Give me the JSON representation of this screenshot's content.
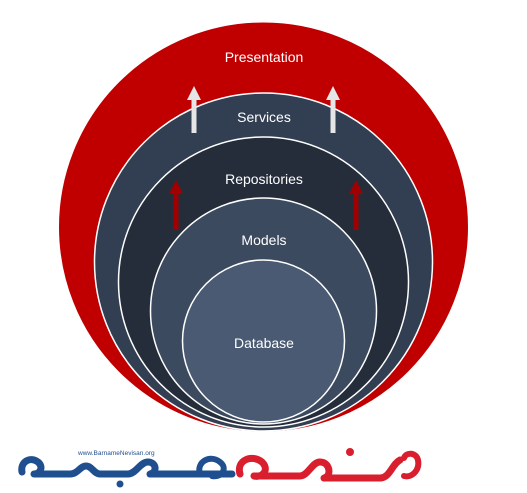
{
  "diagram": {
    "layers": [
      {
        "label": "Presentation",
        "color": "#c00000"
      },
      {
        "label": "Services",
        "color": "#323f52"
      },
      {
        "label": "Repositories",
        "color": "#252d3a"
      },
      {
        "label": "Models",
        "color": "#3c4a60"
      },
      {
        "label": "Database",
        "color": "#495a72"
      }
    ],
    "arrows": {
      "services_color": "#e6e6e6",
      "repositories_color": "#a00000"
    }
  },
  "logo": {
    "url_text": "www.BarnameNevisan.org",
    "red": "#d91e2e",
    "blue": "#1f4f8f"
  }
}
